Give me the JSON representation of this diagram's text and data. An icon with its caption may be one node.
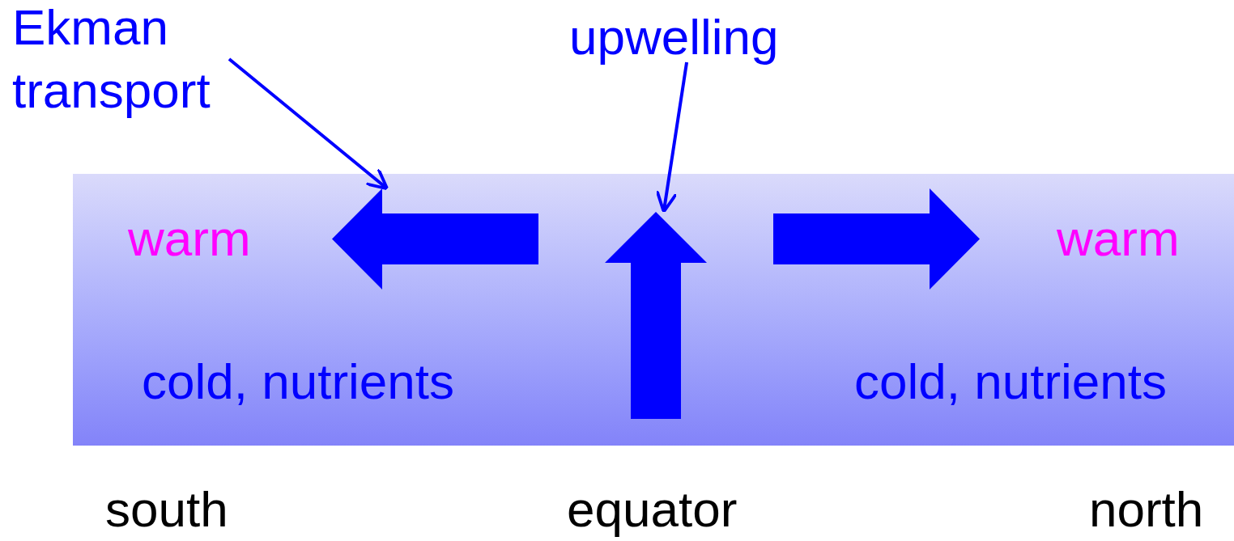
{
  "diagram": {
    "nodes": [
      {
        "text": [
          "Ekman transport"
        ]
      },
      {
        "text": [
          "upwelling"
        ]
      },
      {
        "text": [
          "warm",
          "cold, nutrients",
          "warm",
          "cold, nutrients"
        ]
      },
      {
        "text": [],
        "shape": "arrow",
        "in": 2
      },
      {
        "text": [],
        "shape": "arrow",
        "in": 2
      },
      {
        "text": [],
        "shape": "arrow",
        "in": 2
      }
    ],
    "edges": [
      {
        "from": 0,
        "to": 3,
        "arrow": "to"
      },
      {
        "from": 1,
        "to": 4,
        "arrow": "to"
      }
    ],
    "labels": [
      "south",
      "equator",
      "north"
    ]
  }
}
